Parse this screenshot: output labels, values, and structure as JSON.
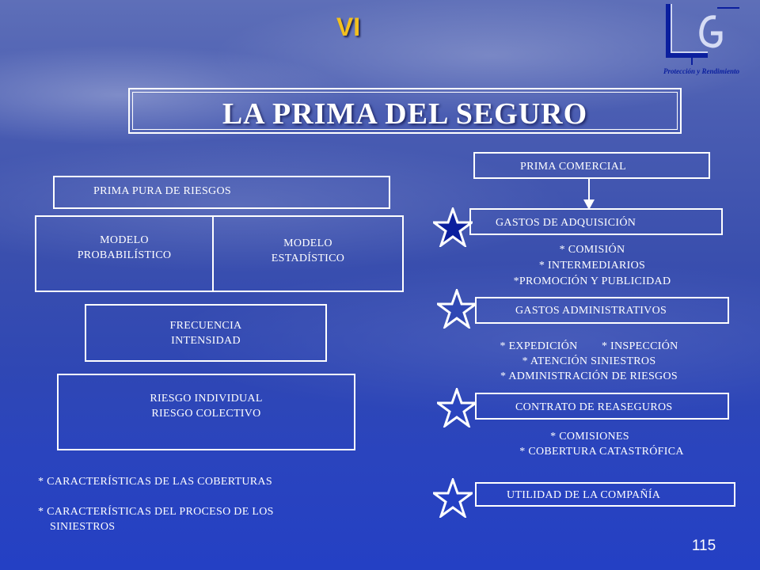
{
  "slide": {
    "section_number": "VI",
    "title": "LA PRIMA DEL SEGURO",
    "page_number": "115"
  },
  "logo": {
    "icon": "lg-monogram-logo",
    "caption": "Protección y Rendimiento"
  },
  "left": {
    "prima_pura": "PRIMA PURA DE RIESGOS",
    "modelo_probabilistico": [
      "MODELO",
      "PROBABILÍSTICO"
    ],
    "modelo_estadistico": [
      "MODELO",
      "ESTADÍSTICO"
    ],
    "frecuencia": [
      "FRECUENCIA",
      "INTENSIDAD"
    ],
    "riesgo": [
      "RIESGO INDIVIDUAL",
      "RIESGO COLECTIVO"
    ],
    "note_coberturas": "* CARACTERÍSTICAS DE LAS COBERTURAS",
    "note_siniestros": [
      "* CARACTERÍSTICAS DEL PROCESO DE LOS",
      "SINIESTROS"
    ]
  },
  "right": {
    "prima_comercial": "PRIMA COMERCIAL",
    "gastos_adquisicion": "GASTOS DE ADQUISICIÓN",
    "adquisicion_items": [
      "* COMISIÓN",
      "* INTERMEDIARIOS",
      "*PROMOCIÓN Y PUBLICIDAD"
    ],
    "gastos_administrativos": "GASTOS ADMINISTRATIVOS",
    "administrativos_items": [
      "* EXPEDICIÓN        * INSPECCIÓN",
      "* ATENCIÓN SINIESTROS",
      "* ADMINISTRACIÓN DE RIESGOS"
    ],
    "contrato_reaseguros": "CONTRATO DE REASEGUROS",
    "reaseguros_items": [
      "* COMISIONES",
      "* COBERTURA CATASTRÓFICA"
    ],
    "utilidad": "UTILIDAD DE LA COMPAÑÍA"
  },
  "colors": {
    "section_number": "#f2c01e",
    "star_outline": "#ffffff",
    "star_fill": "#0b1f9e",
    "logo_blue": "#0b1f9e"
  }
}
